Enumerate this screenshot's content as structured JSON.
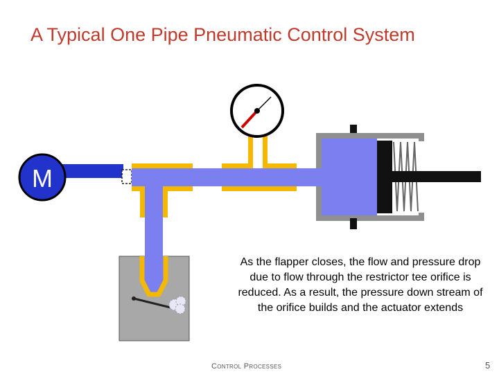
{
  "slide": {
    "title": "A Typical One Pipe Pneumatic Control System",
    "caption": "As the flapper closes, the flow and pressure drop due to flow through the restrictor tee orifice is reduced.  As a result, the pressure down stream of the orifice builds and the actuator extends",
    "footer": "Control Processes",
    "page_number": "5"
  },
  "diagram": {
    "main_air_label": "M",
    "colors": {
      "air": "#7b7ff0",
      "pipe_wall": "#f5b800",
      "casing": "#8f8f8f",
      "dark": "#111111",
      "gauge_needle": "#cc0000",
      "flapper_box": "#a8a8a8",
      "spring": "#666666"
    }
  }
}
